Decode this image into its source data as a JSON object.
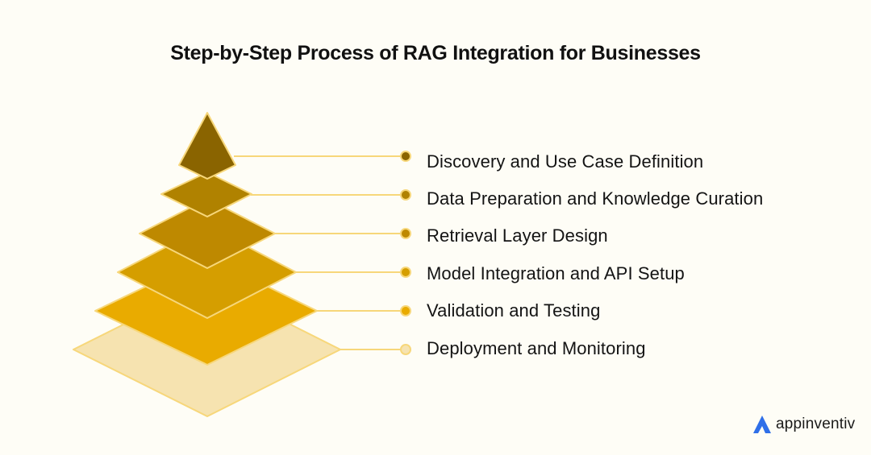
{
  "title": "Step-by-Step Process of RAG Integration for Businesses",
  "colors": {
    "outline": "#f7d77a",
    "background": "#fefdf6",
    "logo_blue": "#2f6fe8"
  },
  "steps": [
    {
      "label": "Discovery and Use Case Definition",
      "color": "#8a6400"
    },
    {
      "label": "Data Preparation and Knowledge Curation",
      "color": "#b08200"
    },
    {
      "label": "Retrieval Layer Design",
      "color": "#be8900"
    },
    {
      "label": "Model Integration and API Setup",
      "color": "#d59e00"
    },
    {
      "label": "Validation and Testing",
      "color": "#e9ab00"
    },
    {
      "label": "Deployment and Monitoring",
      "color": "#f6e3b0"
    }
  ],
  "logo": {
    "text": "appinventiv",
    "icon": "appinventiv-logo-icon"
  }
}
